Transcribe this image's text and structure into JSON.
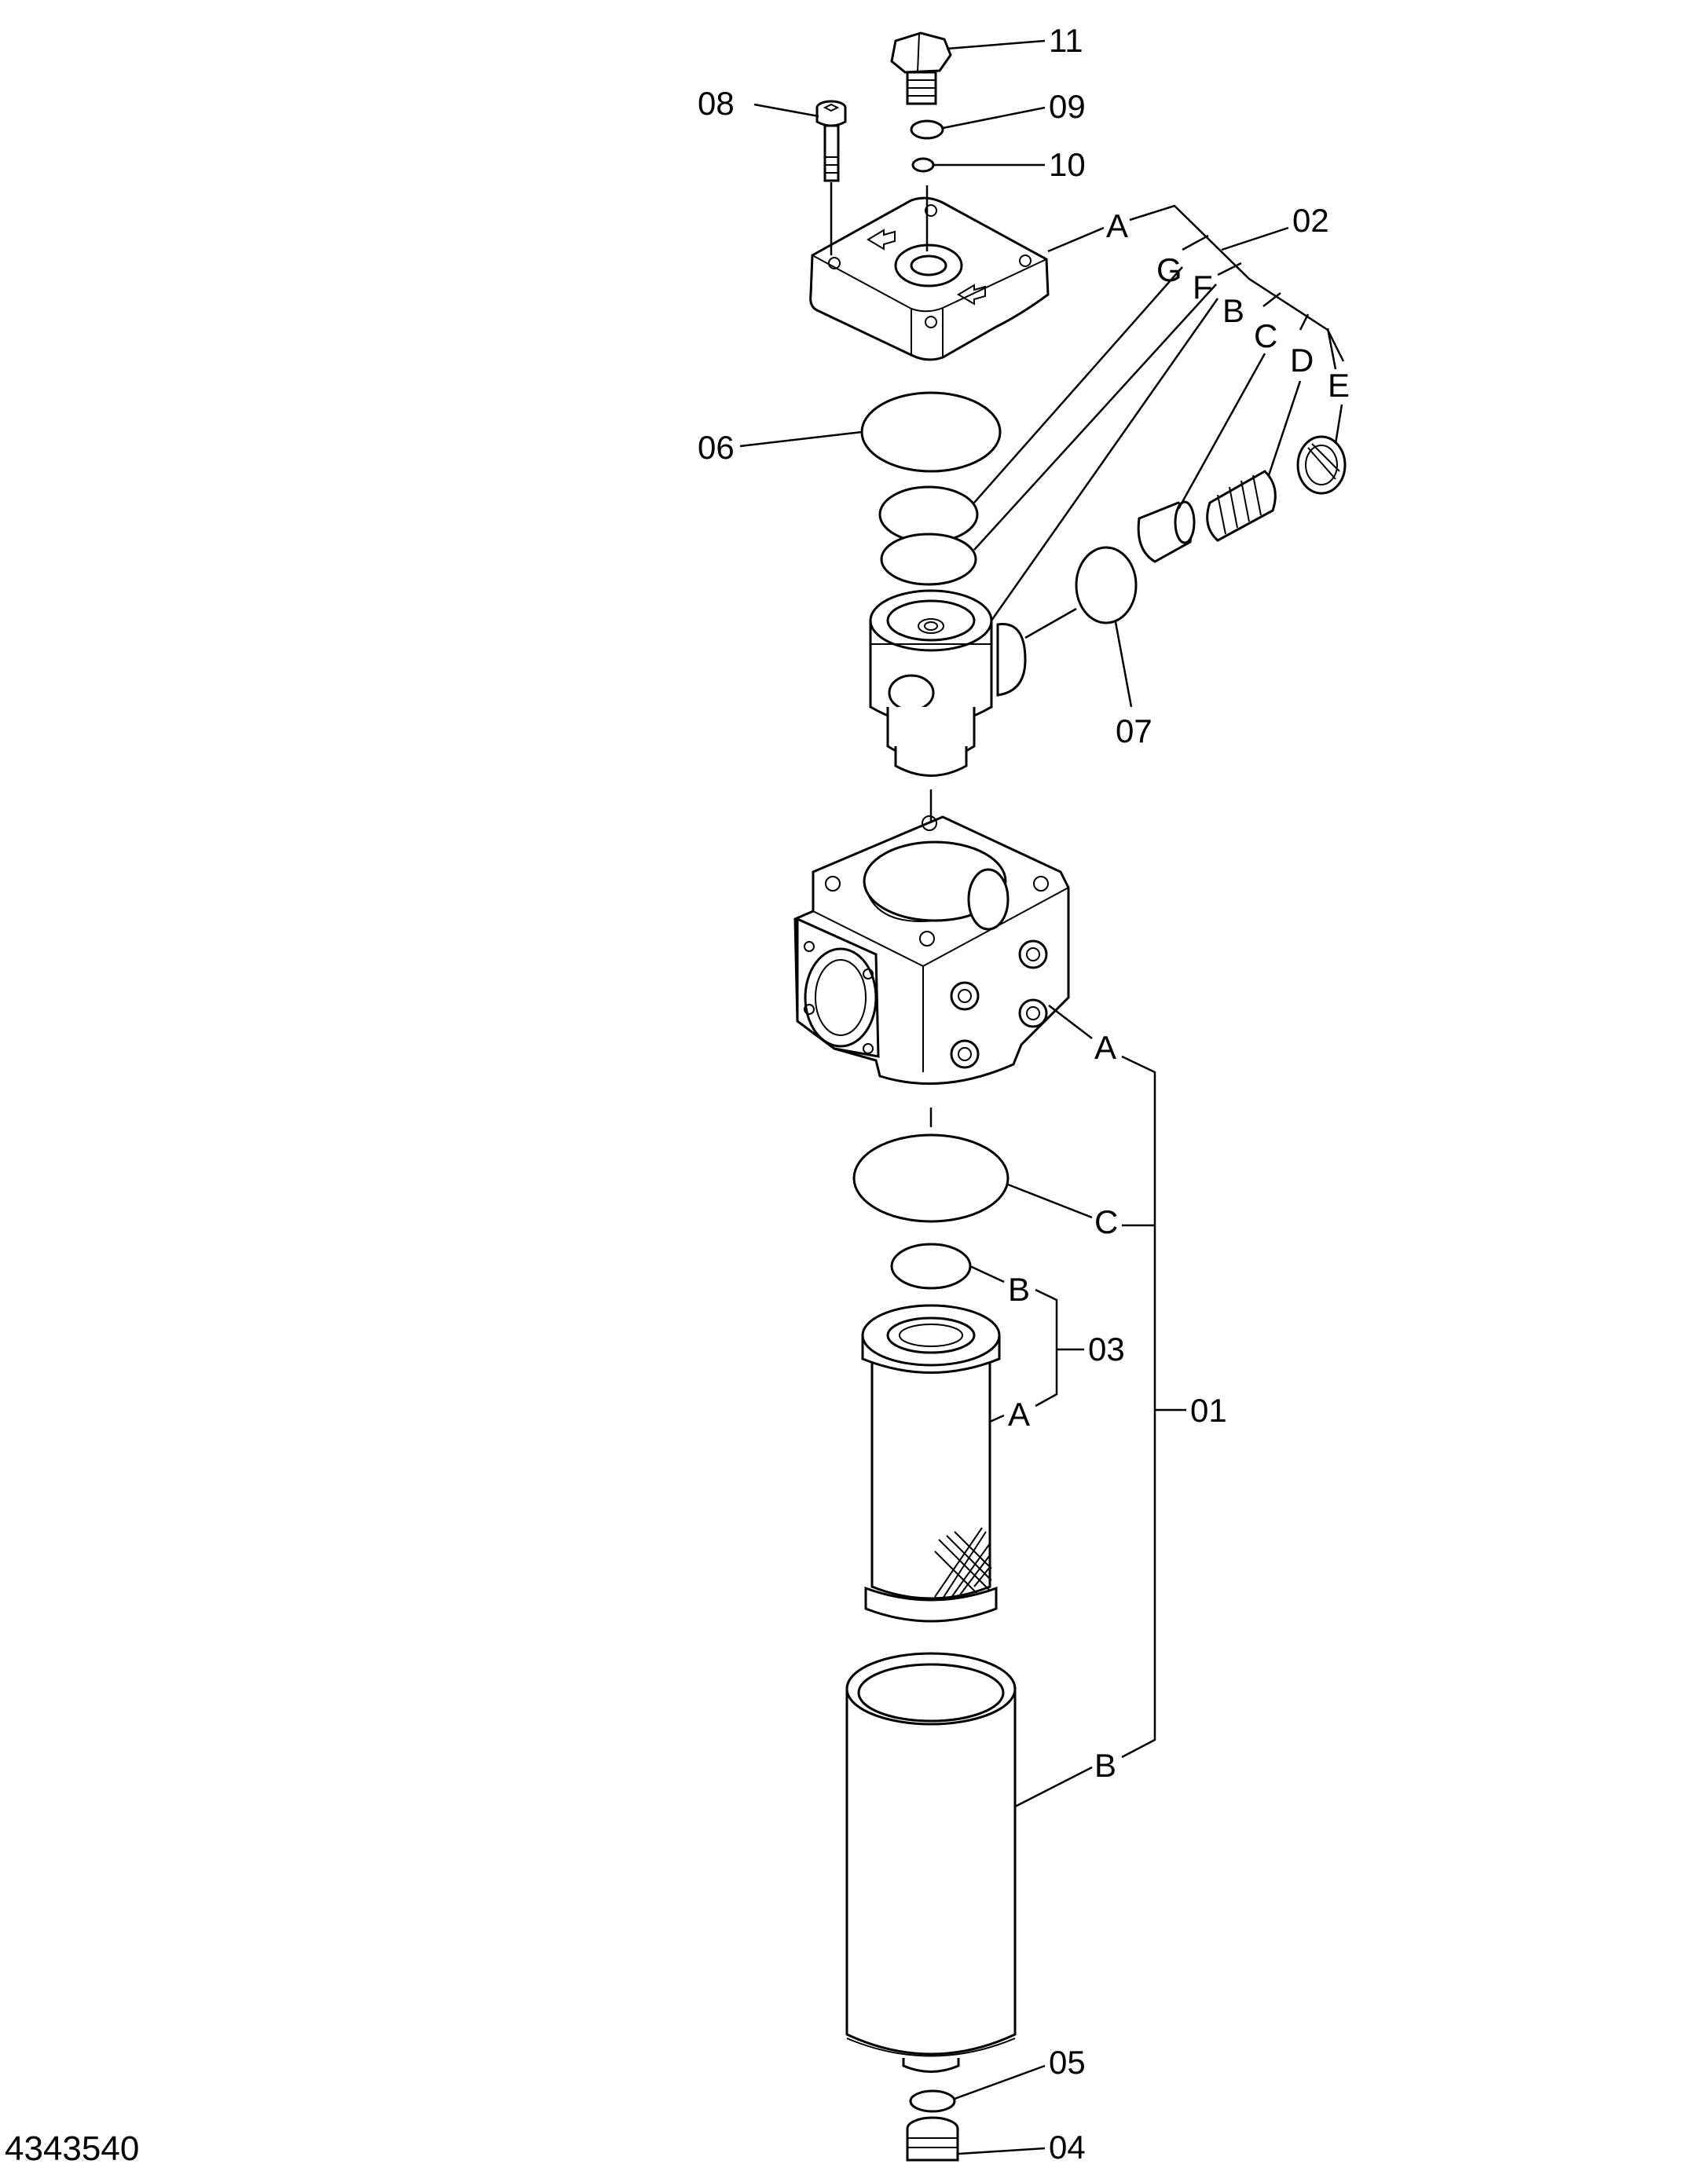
{
  "drawing": {
    "drawing_number": "4343540",
    "callouts": {
      "c11": "11",
      "c09": "09",
      "c10": "10",
      "c08": "08",
      "c02": "02",
      "c06": "06",
      "c07": "07",
      "c03": "03",
      "c01": "01",
      "c05": "05",
      "c04": "04"
    },
    "sub_labels": {
      "top_a": "A",
      "top_g": "G",
      "top_f": "F",
      "top_b": "B",
      "top_c": "C",
      "top_d": "D",
      "top_e": "E",
      "head_a": "A",
      "seal_c": "C",
      "oring_b": "B",
      "element_a": "A",
      "bowl_b": "B"
    }
  }
}
